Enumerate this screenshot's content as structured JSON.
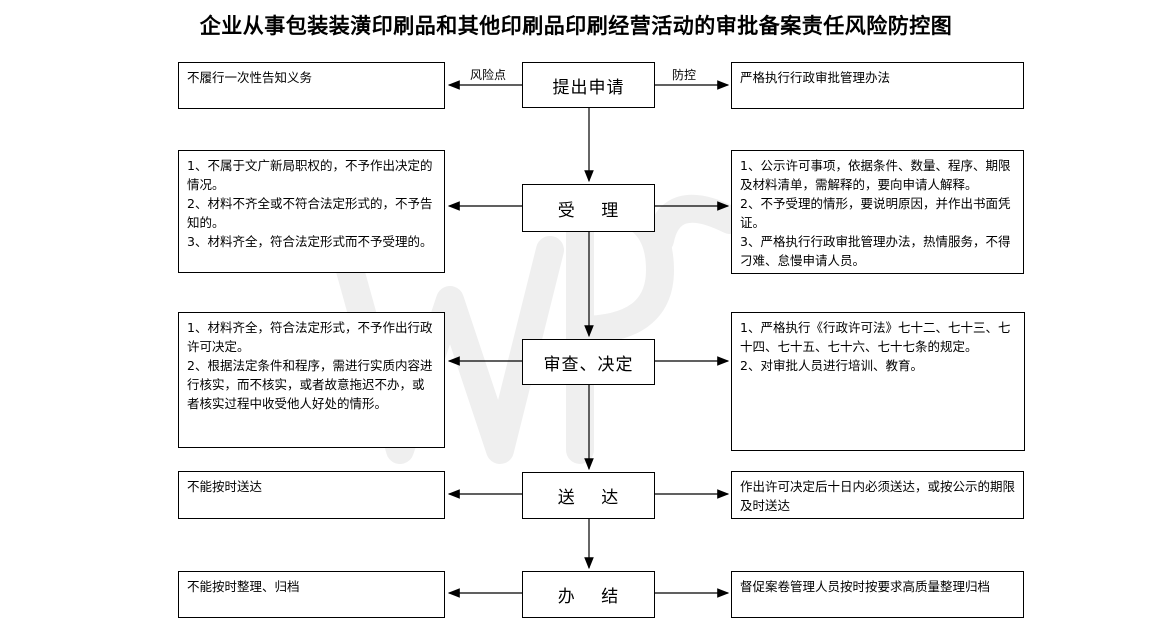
{
  "title": "企业从事包装装潢印刷品和其他印刷品印刷经营活动的审批备案责任风险防控图",
  "labels": {
    "risk": "风险点",
    "control": "防控"
  },
  "steps": [
    {
      "label": "提出申请",
      "risk": "不履行一次性告知义务",
      "control": "严格执行行政审批管理办法"
    },
    {
      "label": "受    理",
      "risk": "1、不属于文广新局职权的，不予作出决定的情况。\n2、材料不齐全或不符合法定形式的，不予告知的。\n3、材料齐全，符合法定形式而不予受理的。",
      "control": "1、公示许可事项，依据条件、数量、程序、期限及材料清单，需解释的，要向申请人解释。\n2、不予受理的情形，要说明原因，并作出书面凭证。\n3、严格执行行政审批管理办法，热情服务，不得刁难、怠慢申请人员。"
    },
    {
      "label": "审查、决定",
      "risk": "1、材料齐全，符合法定形式，不予作出行政许可决定。\n2、根据法定条件和程序，需进行实质内容进行核实，而不核实，或者故意拖迟不办，或者核实过程中收受他人好处的情形。",
      "control": "1、严格执行《行政许可法》七十二、七十三、七十四、七十五、七十六、七十七条的规定。\n2、对审批人员进行培训、教育。"
    },
    {
      "label": "送    达",
      "risk": "不能按时送达",
      "control": "作出许可决定后十日内必须送达，或按公示的期限及时送达"
    },
    {
      "label": "办    结",
      "risk": "不能按时整理、归档",
      "control": "督促案卷管理人员按时按要求高质量整理归档"
    }
  ]
}
